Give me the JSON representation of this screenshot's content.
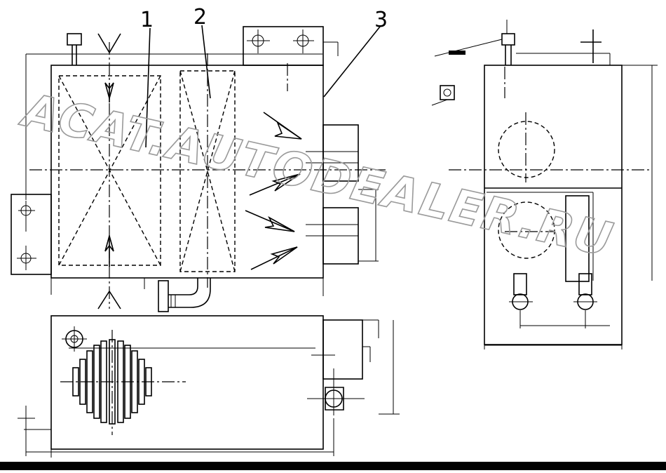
{
  "callouts": [
    {
      "label": "1"
    },
    {
      "label": "2"
    },
    {
      "label": "3"
    }
  ],
  "watermark": "ACAT.AUTODEALER.RU"
}
